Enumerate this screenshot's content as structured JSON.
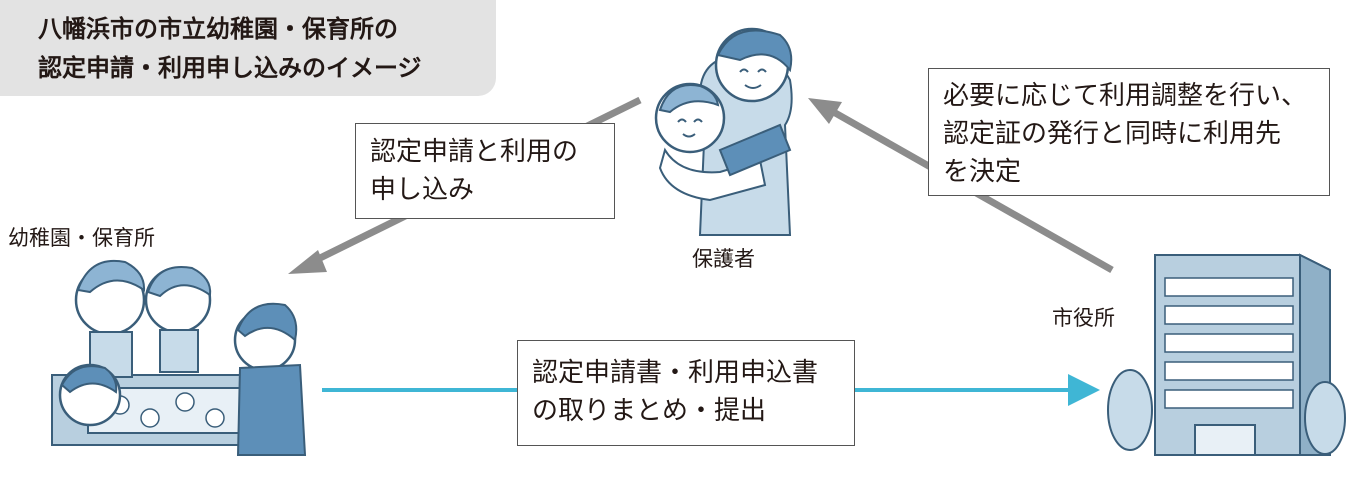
{
  "title": {
    "line1": "八幡浜市の市立幼稚園・保育所の",
    "line2": "認定申請・利用申し込みのイメージ"
  },
  "nodes": {
    "guardian": "保護者",
    "kindergarten": "幼稚園・保育所",
    "city_hall": "市役所"
  },
  "callouts": {
    "application": [
      "認定申請と利用の",
      "申し込み"
    ],
    "coordination": [
      "必要に応じて利用調整を行い、",
      "認定証の発行と同時に利用先",
      "を決定"
    ],
    "submission": [
      "認定申請書・利用申込書",
      "の取りまとめ・提出"
    ]
  },
  "colors": {
    "gray_arrow": "#8c8c8c",
    "blue_arrow": "#3fb6d5",
    "title_bg": "#e3e3e3"
  },
  "icons": [
    "parent-with-baby-illustration",
    "children-with-teacher-illustration",
    "city-hall-building-illustration"
  ]
}
